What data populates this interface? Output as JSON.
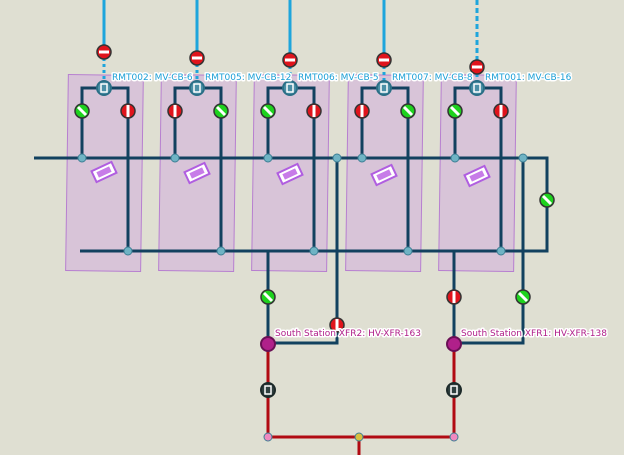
{
  "colors": {
    "background": "#dfdfd2",
    "bay_fill": "#d8c4d8",
    "bay_border": "#b77fd0",
    "mv_line": "#12415f",
    "feeder_line": "#1ea5dc",
    "hv_line": "#b10a12",
    "closed_switch": "#e0141c",
    "open_switch": "#1ed21e",
    "transformer": "#b0208a"
  },
  "feeders": [
    {
      "label": "RMT002: MV-CB-6",
      "left_switch": "open",
      "right_switch": "closed",
      "feeder_style": "solid"
    },
    {
      "label": "RMT005: MV-CB-12",
      "left_switch": "closed",
      "right_switch": "open",
      "feeder_style": "solid"
    },
    {
      "label": "RMT006: MV-CB-5",
      "left_switch": "open",
      "right_switch": "closed",
      "feeder_style": "solid"
    },
    {
      "label": "RMT007: MV-CB-8",
      "left_switch": "closed",
      "right_switch": "open",
      "feeder_style": "solid"
    },
    {
      "label": "RMT001: MV-CB-16",
      "left_switch": "open",
      "right_switch": "closed",
      "feeder_style": "dashed"
    }
  ],
  "transformers": [
    {
      "label": "South Station XFR2: HV-XFR-163"
    },
    {
      "label": "South Station XFR1: HV-XFR-138"
    }
  ]
}
